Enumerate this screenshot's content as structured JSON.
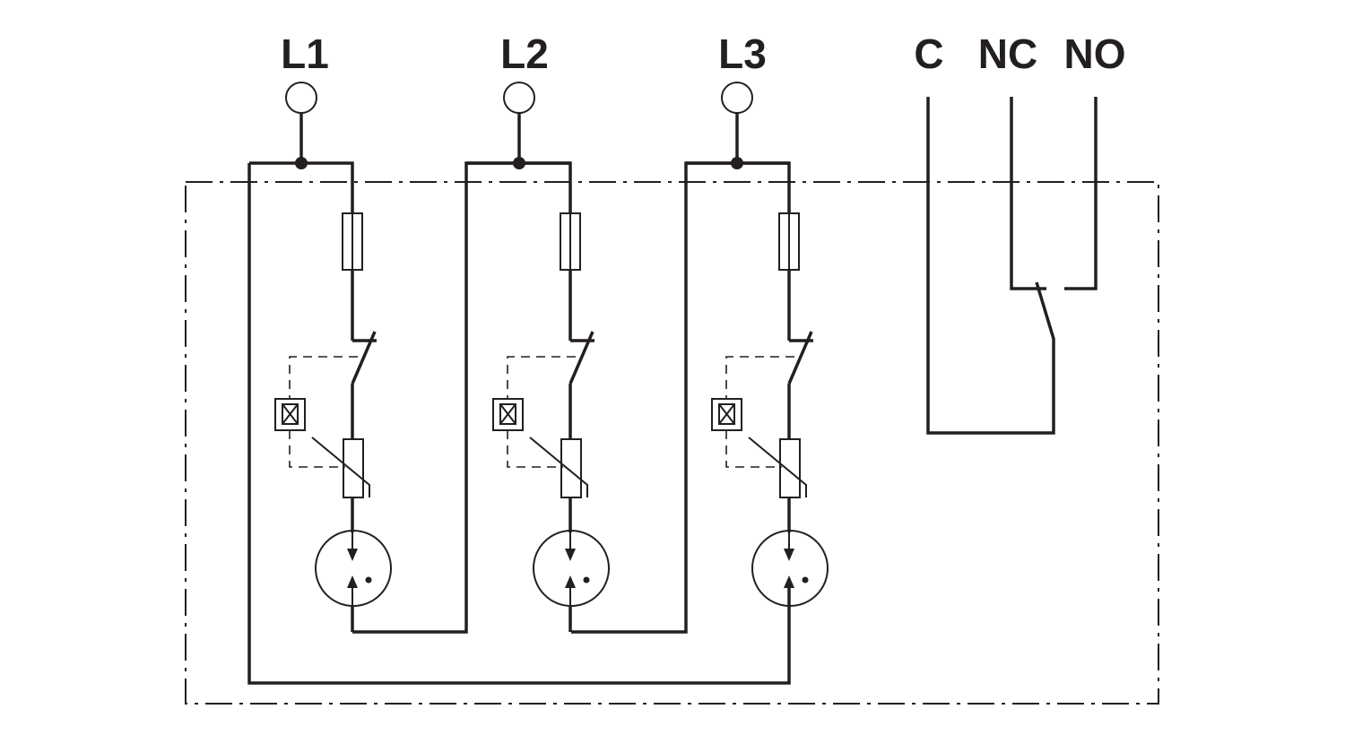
{
  "diagram": {
    "line_color": "#231f20",
    "background": "#ffffff",
    "phase_labels": [
      "L1",
      "L2",
      "L3"
    ],
    "contact_labels": {
      "common": "C",
      "normally_closed": "NC",
      "normally_open": "NO"
    }
  }
}
